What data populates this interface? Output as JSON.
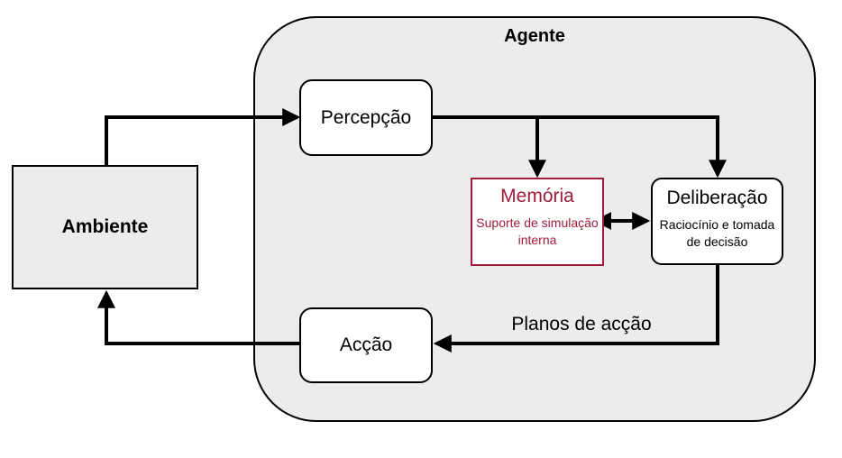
{
  "agent": {
    "title": "Agente"
  },
  "ambiente": {
    "label": "Ambiente"
  },
  "percepcao": {
    "label": "Percepção"
  },
  "memoria": {
    "title": "Memória",
    "subtitle": "Suporte de simulação interna",
    "color": "#a01c3c"
  },
  "deliberacao": {
    "title": "Deliberação",
    "subtitle": "Raciocínio e tomada de decisão"
  },
  "accao": {
    "label": "Acção"
  },
  "edges": {
    "planos_label": "Planos de acção"
  }
}
